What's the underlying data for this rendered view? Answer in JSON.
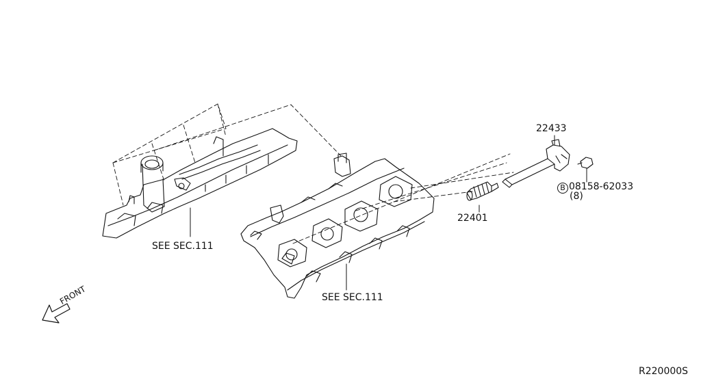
{
  "labels": {
    "part_22433": "22433",
    "part_22401": "22401",
    "bolt_symbol": "B",
    "bolt_part": "08158-62033",
    "bolt_qty": "(8)",
    "see_sec_left": "SEE SEC.111",
    "see_sec_right": "SEE SEC.111",
    "front": "FRONT",
    "diagram_code": "R220000S"
  },
  "colors": {
    "line": "#111111",
    "background": "#ffffff"
  }
}
